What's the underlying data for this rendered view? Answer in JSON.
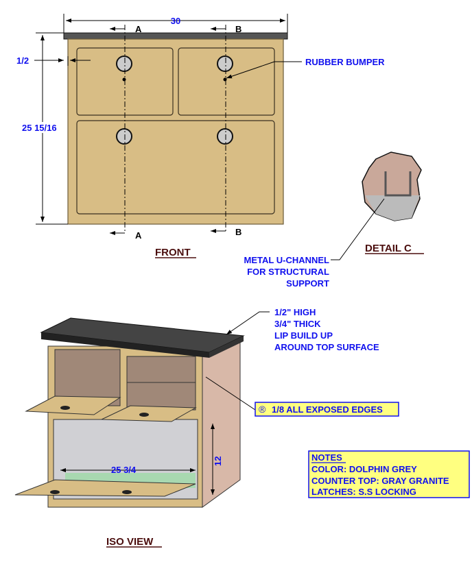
{
  "front": {
    "width_dim": "30",
    "height_dim": "25 15/16",
    "lip_dim": "1/2",
    "section_a": "A",
    "section_b": "B",
    "title": "FRONT",
    "rubber_bumper": "RUBBER BUMPER"
  },
  "detail": {
    "title": "DETAIL  C",
    "callout": [
      "METAL U-CHANNEL",
      "FOR STRUCTURAL",
      "SUPPORT"
    ]
  },
  "iso": {
    "title": "ISO VIEW",
    "lip_note": [
      "1/2\" HIGH",
      "3/4\" THICK",
      "LIP BUILD UP",
      "AROUND TOP SURFACE"
    ],
    "edge_symbol": "®",
    "edge_note": "1/8 ALL EXPOSED EDGES",
    "inner_width_dim": "25 3/4",
    "inner_height_dim": "12"
  },
  "notes": {
    "title": "NOTES",
    "lines": [
      "COLOR: DOLPHIN GREY",
      "COUNTER TOP: GRAY GRANITE",
      "LATCHES: S.S LOCKING"
    ]
  },
  "colors": {
    "text": "#1010ee",
    "title": "#4a0d0d",
    "note_bg": "#ffff80",
    "wood": "#d8bd85"
  }
}
